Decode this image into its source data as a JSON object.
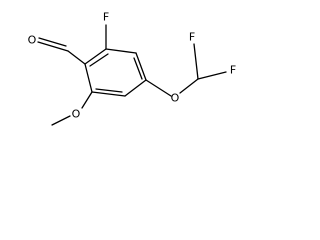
{
  "molecule": {
    "atoms": {
      "aldehyde_o": "O",
      "ring_f": "F",
      "methoxy_o": "O",
      "ether_o": "O",
      "difluoro_f1": "F",
      "difluoro_f2": "F"
    }
  }
}
